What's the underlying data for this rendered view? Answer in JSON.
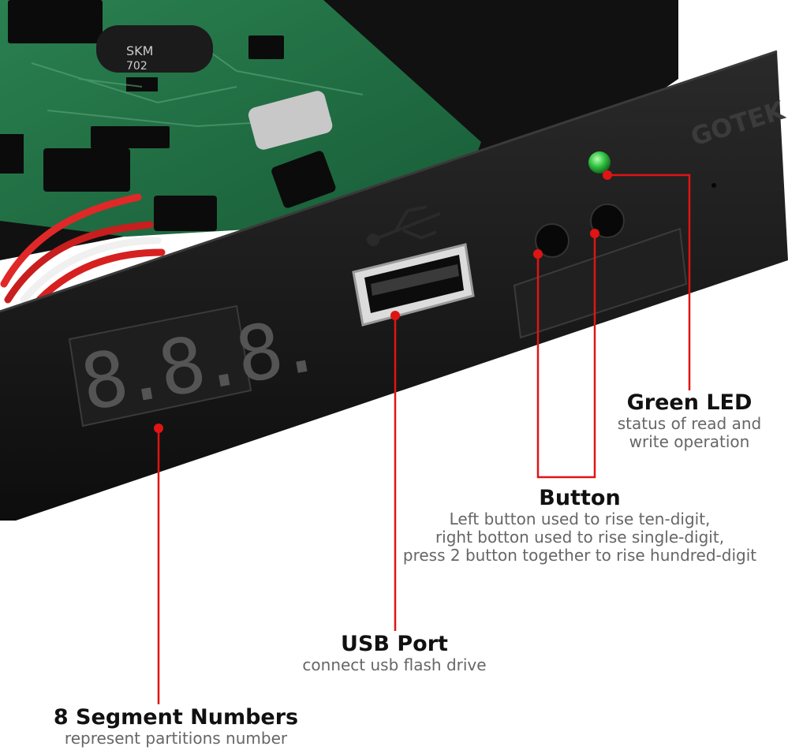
{
  "device": {
    "brand_text": "GOTEK",
    "display_digits": "8.8.8.",
    "capacitor_text": [
      "SKM",
      "702"
    ]
  },
  "callouts": {
    "led": {
      "title": "Green LED",
      "desc": [
        "status of read and",
        "write operation"
      ]
    },
    "button": {
      "title": "Button",
      "desc": [
        "Left button used to rise ten-digit,",
        "right botton used to rise single-digit,",
        "press 2 button together to rise hundred-digit"
      ]
    },
    "usb": {
      "title": "USB Port",
      "desc": [
        "connect usb flash drive"
      ]
    },
    "segment": {
      "title": "8 Segment Numbers",
      "desc": [
        "represent partitions number"
      ]
    }
  },
  "colors": {
    "callout_line": "#e01414",
    "led_green": "#2fc140",
    "pcb_green": "#1e6a43",
    "bezel_black": "#141414"
  },
  "icons": [
    "usb-icon"
  ]
}
